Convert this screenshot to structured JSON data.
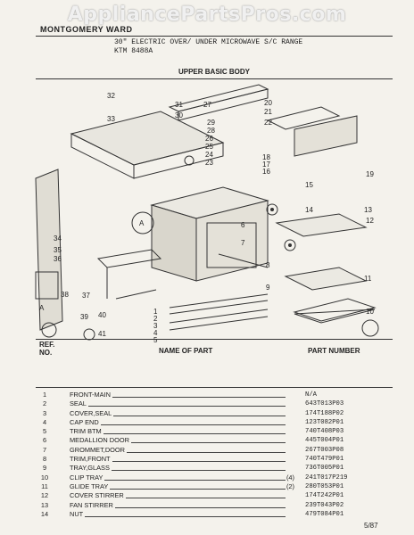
{
  "watermark": "AppliancePartsPros.com",
  "header": {
    "brand": "MONTGOMERY WARD",
    "model_description": "30\" ELECTRIC OVER/ UNDER MICROWAVE S/C RANGE",
    "model_number": "KTM 8488A"
  },
  "section_title": "UPPER BASIC BODY",
  "callouts": [
    "1",
    "2",
    "3",
    "4",
    "5",
    "6",
    "7",
    "8",
    "9",
    "10",
    "11",
    "12",
    "13",
    "14",
    "15",
    "16",
    "17",
    "18",
    "19",
    "20",
    "21",
    "22",
    "23",
    "24",
    "25",
    "26",
    "27",
    "28",
    "29",
    "30",
    "31",
    "32",
    "33",
    "34",
    "35",
    "36",
    "37",
    "38",
    "39",
    "40",
    "41",
    "A",
    "A"
  ],
  "table": {
    "headers": {
      "ref": "REF. NO.",
      "name": "NAME OF PART",
      "part": "PART NUMBER"
    },
    "rows": [
      {
        "ref": "1",
        "name": "FRONT-MAIN",
        "qty": "",
        "part": "N/A"
      },
      {
        "ref": "2",
        "name": "SEAL",
        "qty": "",
        "part": "643T013P03"
      },
      {
        "ref": "3",
        "name": "COVER,SEAL",
        "qty": "",
        "part": "174T188P02"
      },
      {
        "ref": "4",
        "name": "CAP END",
        "qty": "",
        "part": "123T082P01"
      },
      {
        "ref": "5",
        "name": "TRIM BTM",
        "qty": "",
        "part": "740T408P03"
      },
      {
        "ref": "6",
        "name": "MEDALLION DOOR",
        "qty": "",
        "part": "445T004P01"
      },
      {
        "ref": "7",
        "name": "GROMMET,DOOR",
        "qty": "",
        "part": "267T003P08"
      },
      {
        "ref": "8",
        "name": "TRIM,FRONT",
        "qty": "",
        "part": "740T479P01"
      },
      {
        "ref": "9",
        "name": "TRAY,GLASS",
        "qty": "",
        "part": "736T005P01"
      },
      {
        "ref": "10",
        "name": "CLIP TRAY",
        "qty": "(4)",
        "part": "241T017P219"
      },
      {
        "ref": "11",
        "name": "GLIDE TRAY",
        "qty": "(2)",
        "part": "280T053P01"
      },
      {
        "ref": "12",
        "name": "COVER STIRRER",
        "qty": "",
        "part": "174T242P01"
      },
      {
        "ref": "13",
        "name": "FAN STIRRER",
        "qty": "",
        "part": "239T043P02"
      },
      {
        "ref": "14",
        "name": "NUT",
        "qty": "",
        "part": "479T084P01"
      }
    ]
  },
  "footer_date": "5/87"
}
